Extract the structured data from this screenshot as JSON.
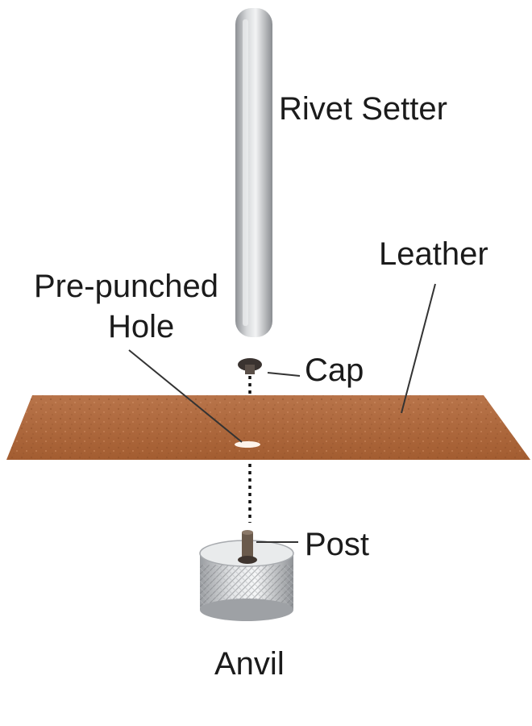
{
  "labels": {
    "rivet_setter": "Rivet Setter",
    "leather": "Leather",
    "hole_line1": "Pre-punched",
    "hole_line2": "Hole",
    "cap": "Cap",
    "post": "Post",
    "anvil": "Anvil"
  },
  "colors": {
    "leather": "#b06a3c",
    "steel": "#b9bcbf",
    "label_text": "#1b1b1b",
    "background": "#ffffff"
  }
}
